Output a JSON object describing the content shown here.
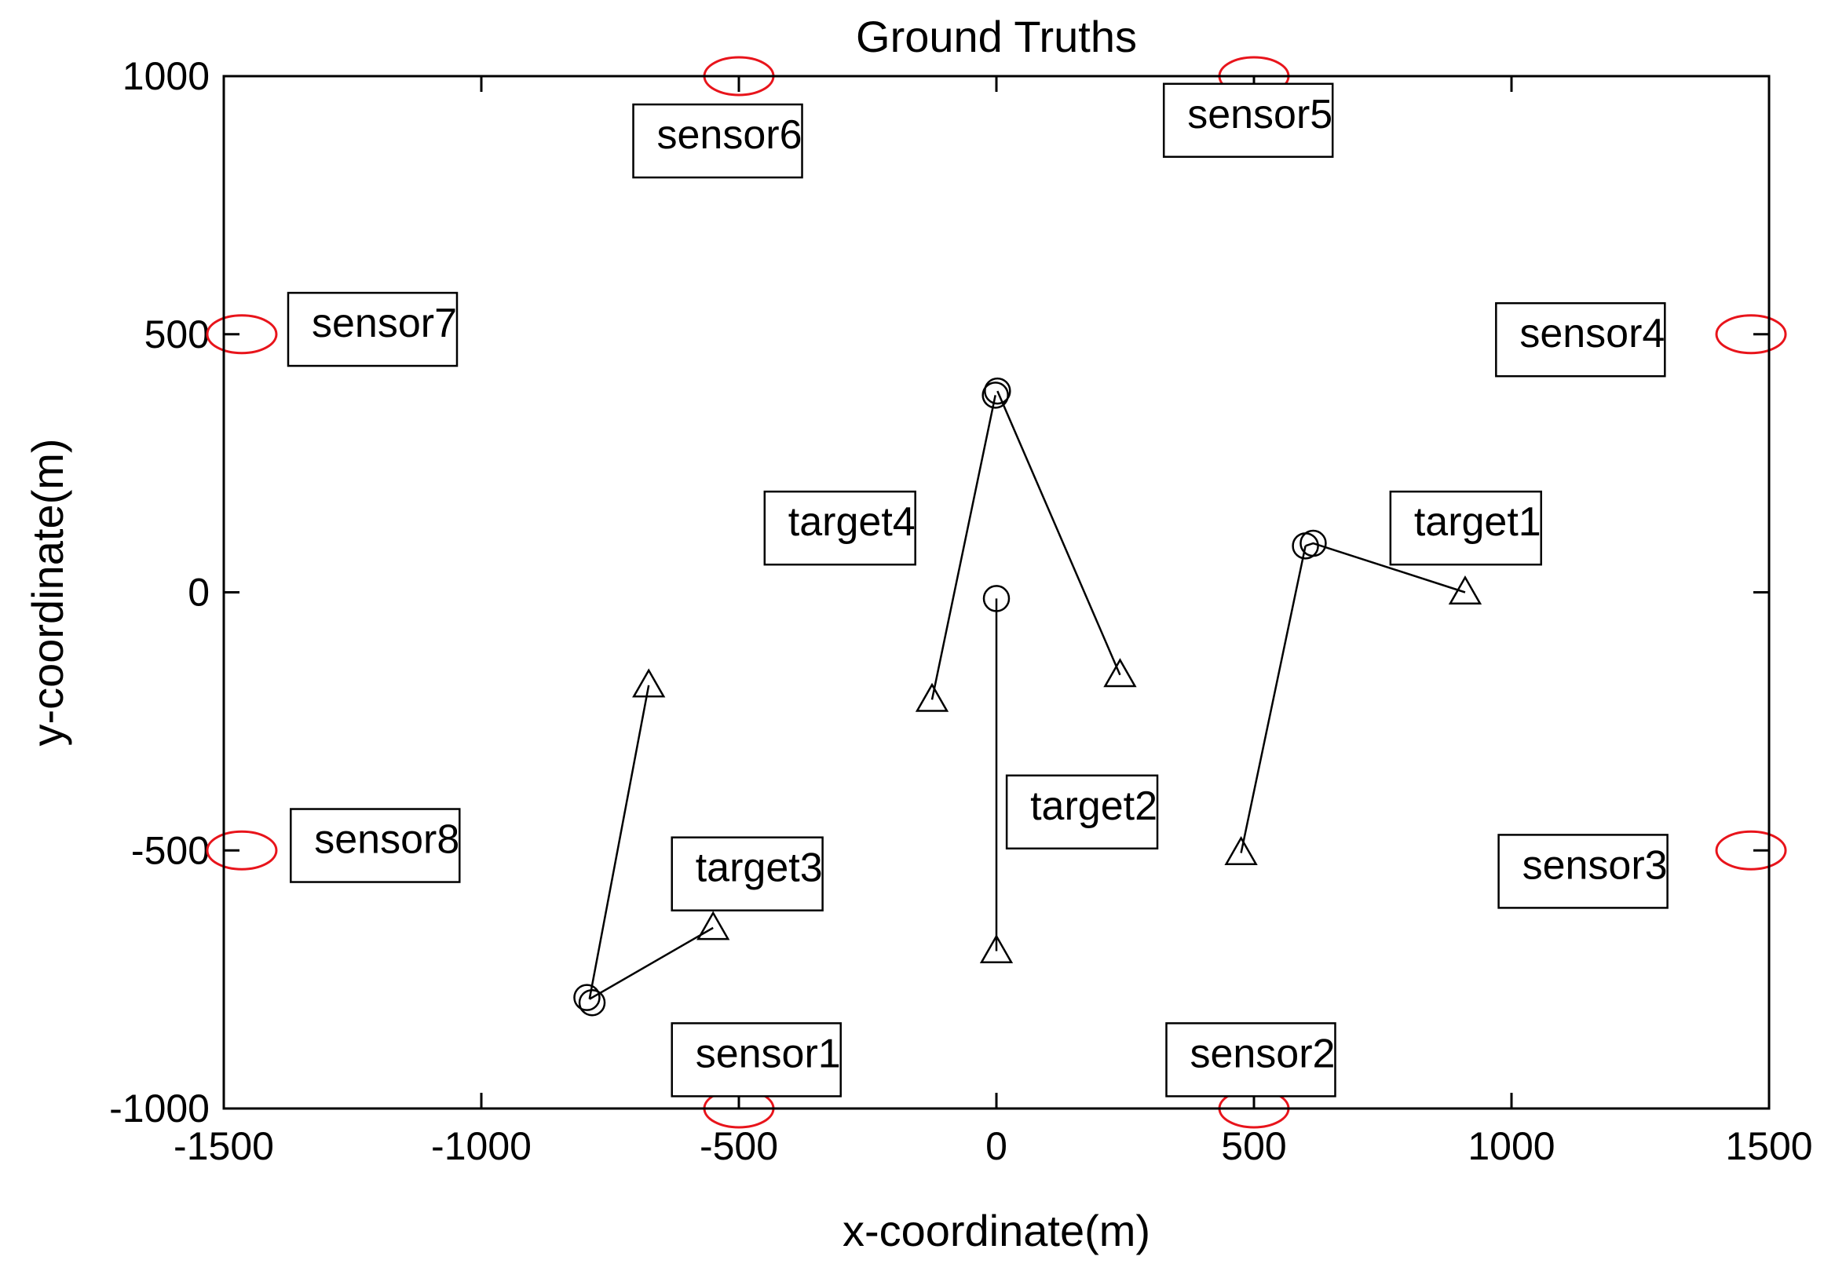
{
  "chart_data": {
    "type": "scatter",
    "title": "Ground Truths",
    "xlabel": "x-coordinate(m)",
    "ylabel": "y-coordinate(m)",
    "xlim": [
      -1500,
      1500
    ],
    "ylim": [
      -1000,
      1000
    ],
    "x_ticks": [
      -1500,
      -1000,
      -500,
      0,
      500,
      1000,
      1500
    ],
    "y_ticks": [
      -1000,
      -500,
      0,
      500,
      1000
    ],
    "x_tick_labels": [
      "-1500",
      "-1000",
      "-500",
      "0",
      "500",
      "1000",
      "1500"
    ],
    "y_tick_labels": [
      "-1000",
      "-500",
      "0",
      "500",
      "1000"
    ],
    "grid": false,
    "colors": {
      "track": "#000000",
      "sensor_marker": "#e8141b",
      "frame": "#000000"
    },
    "tracks": [
      {
        "x": [
          910,
          615,
          600
        ],
        "y": [
          0,
          95,
          90
        ],
        "start_markers": [
          {
            "x": 910,
            "y": 0
          }
        ],
        "end_markers": [
          {
            "x": 615,
            "y": 95
          },
          {
            "x": 600,
            "y": 90
          }
        ]
      },
      {
        "x": [
          475,
          600
        ],
        "y": [
          -505,
          90
        ],
        "start_markers": [
          {
            "x": 475,
            "y": -505
          }
        ],
        "end_markers": []
      },
      {
        "x": [
          0,
          0
        ],
        "y": [
          -695,
          -12
        ],
        "start_markers": [
          {
            "x": 0,
            "y": -695
          }
        ],
        "end_markers": [
          {
            "x": 0,
            "y": -12
          }
        ]
      },
      {
        "x": [
          240,
          2
        ],
        "y": [
          -160,
          390
        ],
        "start_markers": [
          {
            "x": 240,
            "y": -160
          }
        ],
        "end_markers": [
          {
            "x": 2,
            "y": 390
          },
          {
            "x": -2,
            "y": 382
          }
        ]
      },
      {
        "x": [
          -125,
          -2
        ],
        "y": [
          -208,
          382
        ],
        "start_markers": [
          {
            "x": -125,
            "y": -208
          }
        ],
        "end_markers": []
      },
      {
        "x": [
          -550,
          -790
        ],
        "y": [
          -650,
          -788
        ],
        "start_markers": [
          {
            "x": -550,
            "y": -650
          }
        ],
        "end_markers": [
          {
            "x": -795,
            "y": -785
          },
          {
            "x": -785,
            "y": -795
          }
        ]
      },
      {
        "x": [
          -675,
          -790
        ],
        "y": [
          -180,
          -788
        ],
        "start_markers": [
          {
            "x": -675,
            "y": -180
          }
        ],
        "end_markers": []
      }
    ],
    "sensors": [
      {
        "x": -500,
        "y": -1000
      },
      {
        "x": 500,
        "y": -1000
      },
      {
        "x": 1465,
        "y": -500
      },
      {
        "x": 1465,
        "y": 500
      },
      {
        "x": 500,
        "y": 1000
      },
      {
        "x": -500,
        "y": 1000
      },
      {
        "x": -1465,
        "y": 500
      },
      {
        "x": -1465,
        "y": -500
      }
    ],
    "annotations": [
      {
        "text": "target1",
        "x": 765,
        "y": 110
      },
      {
        "text": "target2",
        "x": 20,
        "y": -440
      },
      {
        "text": "target3",
        "x": -630,
        "y": -560
      },
      {
        "text": "target4",
        "x": -450,
        "y": 110
      },
      {
        "text": "sensor1",
        "x": -630,
        "y": -920
      },
      {
        "text": "sensor2",
        "x": 330,
        "y": -920
      },
      {
        "text": "sensor3",
        "x": 975,
        "y": -555
      },
      {
        "text": "sensor4",
        "x": 970,
        "y": 475
      },
      {
        "text": "sensor5",
        "x": 325,
        "y": 900
      },
      {
        "text": "sensor6",
        "x": -705,
        "y": 860
      },
      {
        "text": "sensor7",
        "x": -1375,
        "y": 495
      },
      {
        "text": "sensor8",
        "x": -1370,
        "y": -505
      }
    ]
  }
}
